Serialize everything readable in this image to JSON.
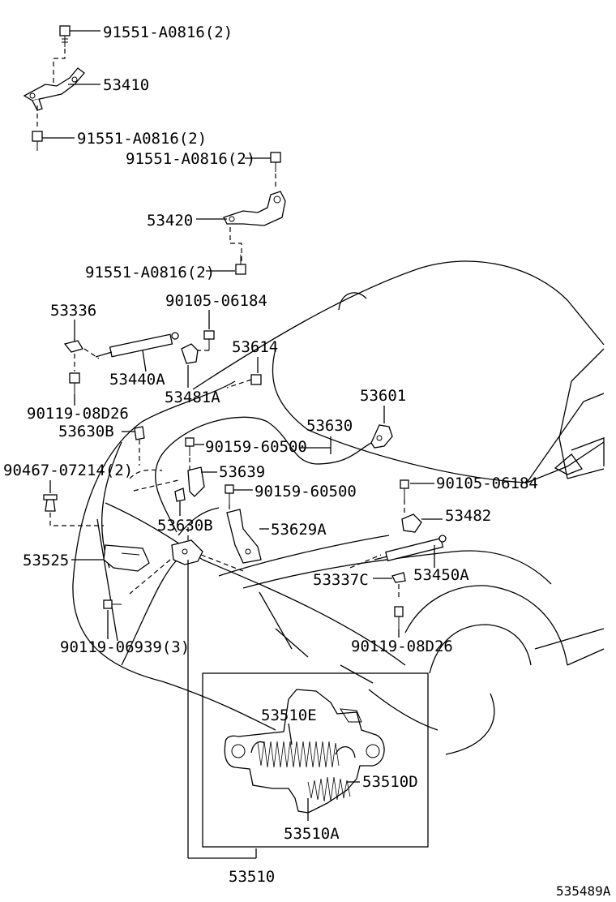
{
  "diagram_id": "535489A",
  "labels": {
    "bolt_top_a": "91551-A0816(2)",
    "hinge_lh": "53410",
    "bolt_top_b": "91551-A0816(2)",
    "bolt_top_c": "91551-A0816(2)",
    "hinge_rh": "53420",
    "bolt_top_d": "91551-A0816(2)",
    "stay_bracket_a": "53336",
    "screw_a": "90105-06184",
    "support_rod_a": "53440A",
    "clamp_53614": "53614",
    "bracket_53481a": "53481A",
    "bolt_a": "90119-08D26",
    "lever_53601": "53601",
    "clip_53630b_top": "53630B",
    "cable_53630": "53630",
    "clip_90467": "90467-07214(2)",
    "bolt_90159_a": "90159-60500",
    "bracket_53639": "53639",
    "screw_b": "90105-06184",
    "bolt_90159_b": "90159-60500",
    "bracket_53482": "53482",
    "clip_53630b_mid": "53630B",
    "bracket_53629a": "53629A",
    "cover_53525": "53525",
    "stay_bracket_c": "53337C",
    "support_rod_b": "53450A",
    "bolt_90119_3": "90119-06939(3)",
    "bolt_b": "90119-08D26",
    "spring_e": "53510E",
    "spring_d": "53510D",
    "lock_sub_a": "53510A",
    "lock_assy": "53510"
  }
}
